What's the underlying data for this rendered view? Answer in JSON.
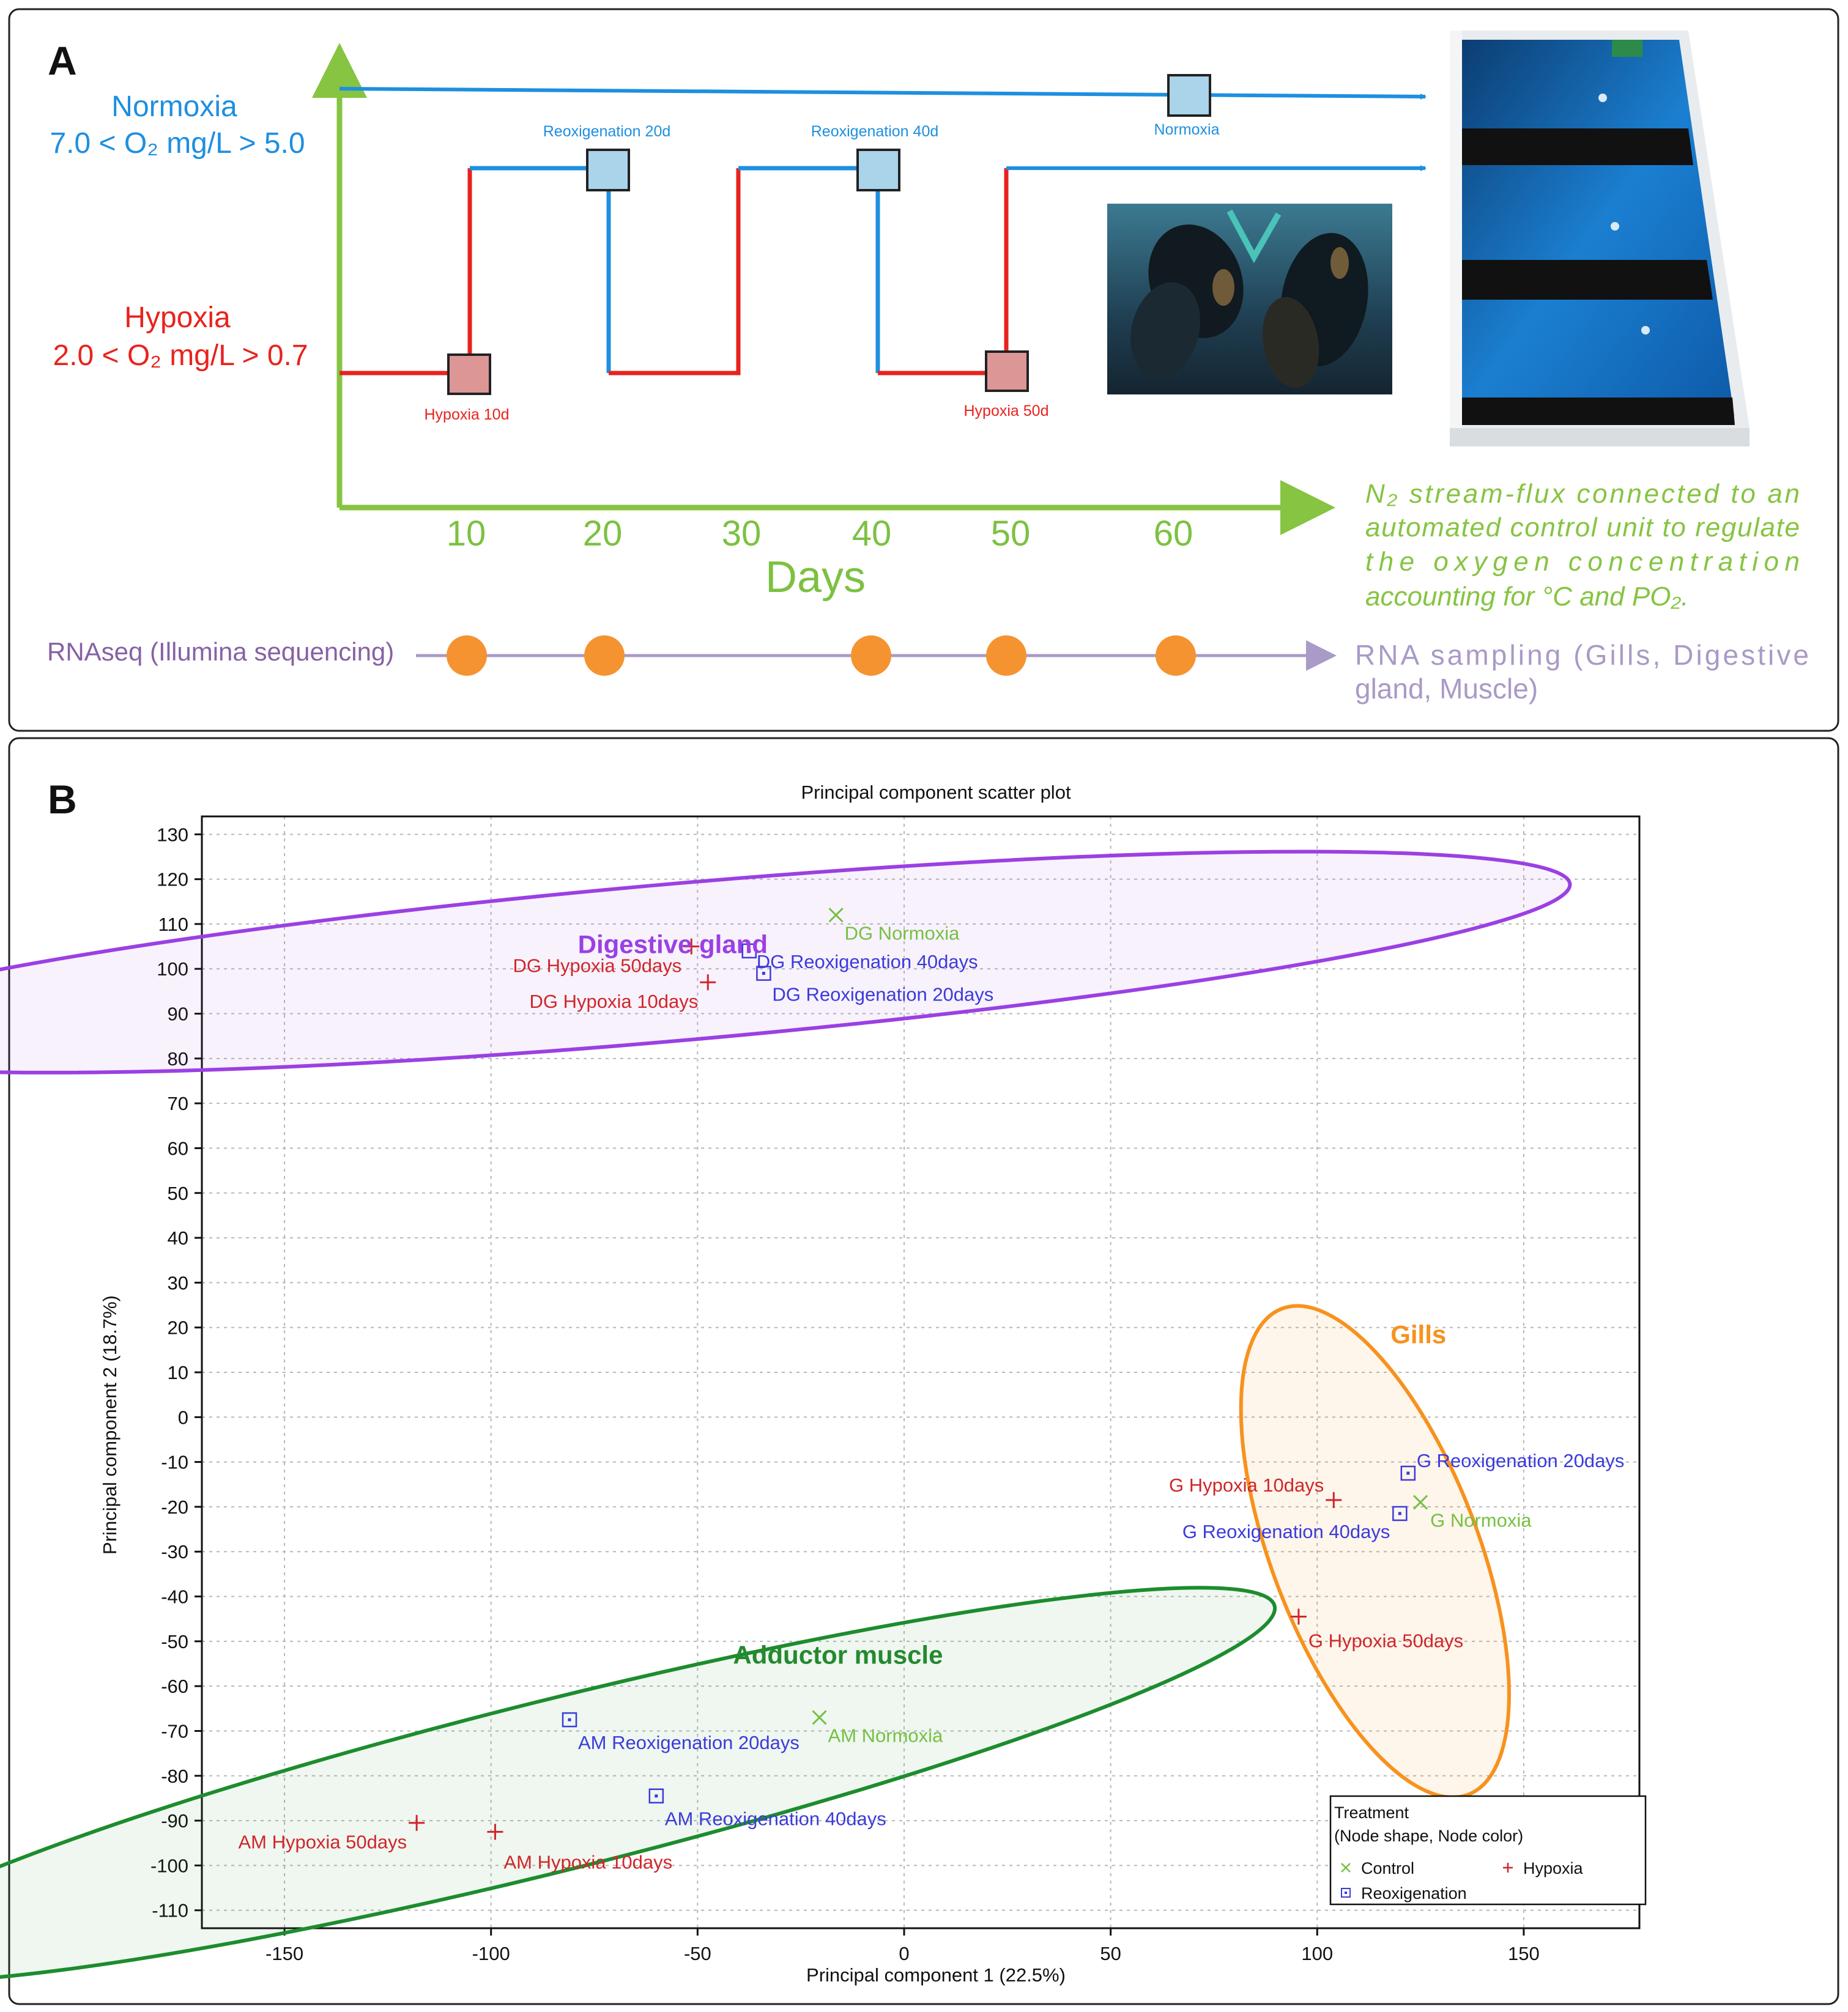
{
  "colors": {
    "normoxia": "#1e8fe0",
    "hypoxia": "#e8231d",
    "axis_green": "#86c442",
    "days_green": "#7cc142",
    "rna": "#8661a6",
    "rna_light": "#a99ac7",
    "rna_dot": "#f59331",
    "box_blue": "#a9d4ea",
    "box_red": "#dc9696",
    "control": "#76c043",
    "hyp_pt": "#d0262a",
    "reox": "#3b3bdc",
    "dg_ellipse": "#9b40e3",
    "gills_ellipse": "#f7921e",
    "am_ellipse": "#1d8c2e",
    "am_label": "#25892f"
  },
  "panel_a": {
    "letter": "A",
    "normoxia_label": "Normoxia",
    "normoxia_range": "7.0 < O₂ mg/L > 5.0",
    "hypoxia_label": "Hypoxia",
    "hypoxia_range": "2.0 < O₂ mg/L > 0.7",
    "box_labels": {
      "hyp10": "Hypoxia 10d",
      "reox20": "Reoxigenation 20d",
      "reox40": "Reoxigenation 40d",
      "hyp50": "Hypoxia 50d",
      "norm": "Normoxia"
    },
    "day_ticks": [
      "10",
      "20",
      "30",
      "40",
      "50",
      "60"
    ],
    "days_label": "Days",
    "n2_lines": [
      "N₂ stream-flux connected to an",
      "automated control unit to regulate",
      "the oxygen concentration",
      "accounting for °C and PO₂."
    ],
    "rnaseq_label": "RNAseq (Illumina sequencing)",
    "rna_sampling_lines": [
      "RNA sampling (Gills, Digestive",
      "gland, Muscle)"
    ]
  },
  "panel_b": {
    "letter": "B"
  },
  "chart_data": {
    "type": "scatter",
    "title": "Principal component scatter plot",
    "xlabel": "Principal component 1 (22.5%)",
    "ylabel": "Principal component 2 (18.7%)",
    "xlim": [
      -170,
      178
    ],
    "ylim": [
      -114,
      134
    ],
    "xticks": [
      -150,
      -100,
      -50,
      0,
      50,
      100,
      150
    ],
    "yticks": [
      130,
      120,
      110,
      100,
      90,
      80,
      70,
      60,
      50,
      40,
      30,
      20,
      10,
      0,
      -10,
      -20,
      -30,
      -40,
      -50,
      -60,
      -70,
      -80,
      -90,
      -100,
      -110
    ],
    "grid": true,
    "legend": {
      "title_line1": "Treatment",
      "title_line2": "(Node shape, Node color)",
      "placement": "bottom-right",
      "entries": [
        {
          "label": "Control",
          "marker": "x"
        },
        {
          "label": "Hypoxia",
          "marker": "plus"
        },
        {
          "label": "Reoxigenation",
          "marker": "square"
        }
      ]
    },
    "series": [
      {
        "name": "Control",
        "marker": "x",
        "points": [
          {
            "label": "DG Normoxia",
            "x": -16.5,
            "y": 112
          },
          {
            "label": "G Normoxia",
            "x": 125,
            "y": -19
          },
          {
            "label": "AM Normoxia",
            "x": -20.5,
            "y": -67
          }
        ]
      },
      {
        "name": "Hypoxia",
        "marker": "plus",
        "points": [
          {
            "label": "DG Hypoxia 50days",
            "x": -51.5,
            "y": 105
          },
          {
            "label": "DG Hypoxia 10days",
            "x": -47.5,
            "y": 97
          },
          {
            "label": "G Hypoxia 10days",
            "x": 104,
            "y": -18.5
          },
          {
            "label": "G Hypoxia 50days",
            "x": 95.5,
            "y": -44.5
          },
          {
            "label": "AM Hypoxia 50days",
            "x": -118,
            "y": -90.5
          },
          {
            "label": "AM Hypoxia 10days",
            "x": -99,
            "y": -92.5
          }
        ]
      },
      {
        "name": "Reoxigenation",
        "marker": "square",
        "points": [
          {
            "label": "DG Reoxigenation 40days",
            "x": -37.5,
            "y": 104
          },
          {
            "label": "DG Reoxigenation 20days",
            "x": -34,
            "y": 99
          },
          {
            "label": "G Reoxigenation 20days",
            "x": 122,
            "y": -12.5
          },
          {
            "label": "G Reoxigenation 40days",
            "x": 120,
            "y": -21.5
          },
          {
            "label": "AM Reoxigenation 20days",
            "x": -81,
            "y": -67.5
          },
          {
            "label": "AM Reoxigenation 40days",
            "x": -60,
            "y": -84.5
          }
        ]
      }
    ],
    "groups": [
      {
        "label": "Digestive gland",
        "cx": -55,
        "cy": 101.5,
        "rx": 217,
        "ry": 17.5,
        "angle": 5
      },
      {
        "label": "Gills",
        "cx": 114,
        "cy": -30,
        "rx": 63,
        "ry": 23,
        "angle": -69
      },
      {
        "label": "Adductor muscle",
        "cx": -84,
        "cy": -82,
        "rx": 179,
        "ry": 19,
        "angle": 14
      }
    ]
  }
}
